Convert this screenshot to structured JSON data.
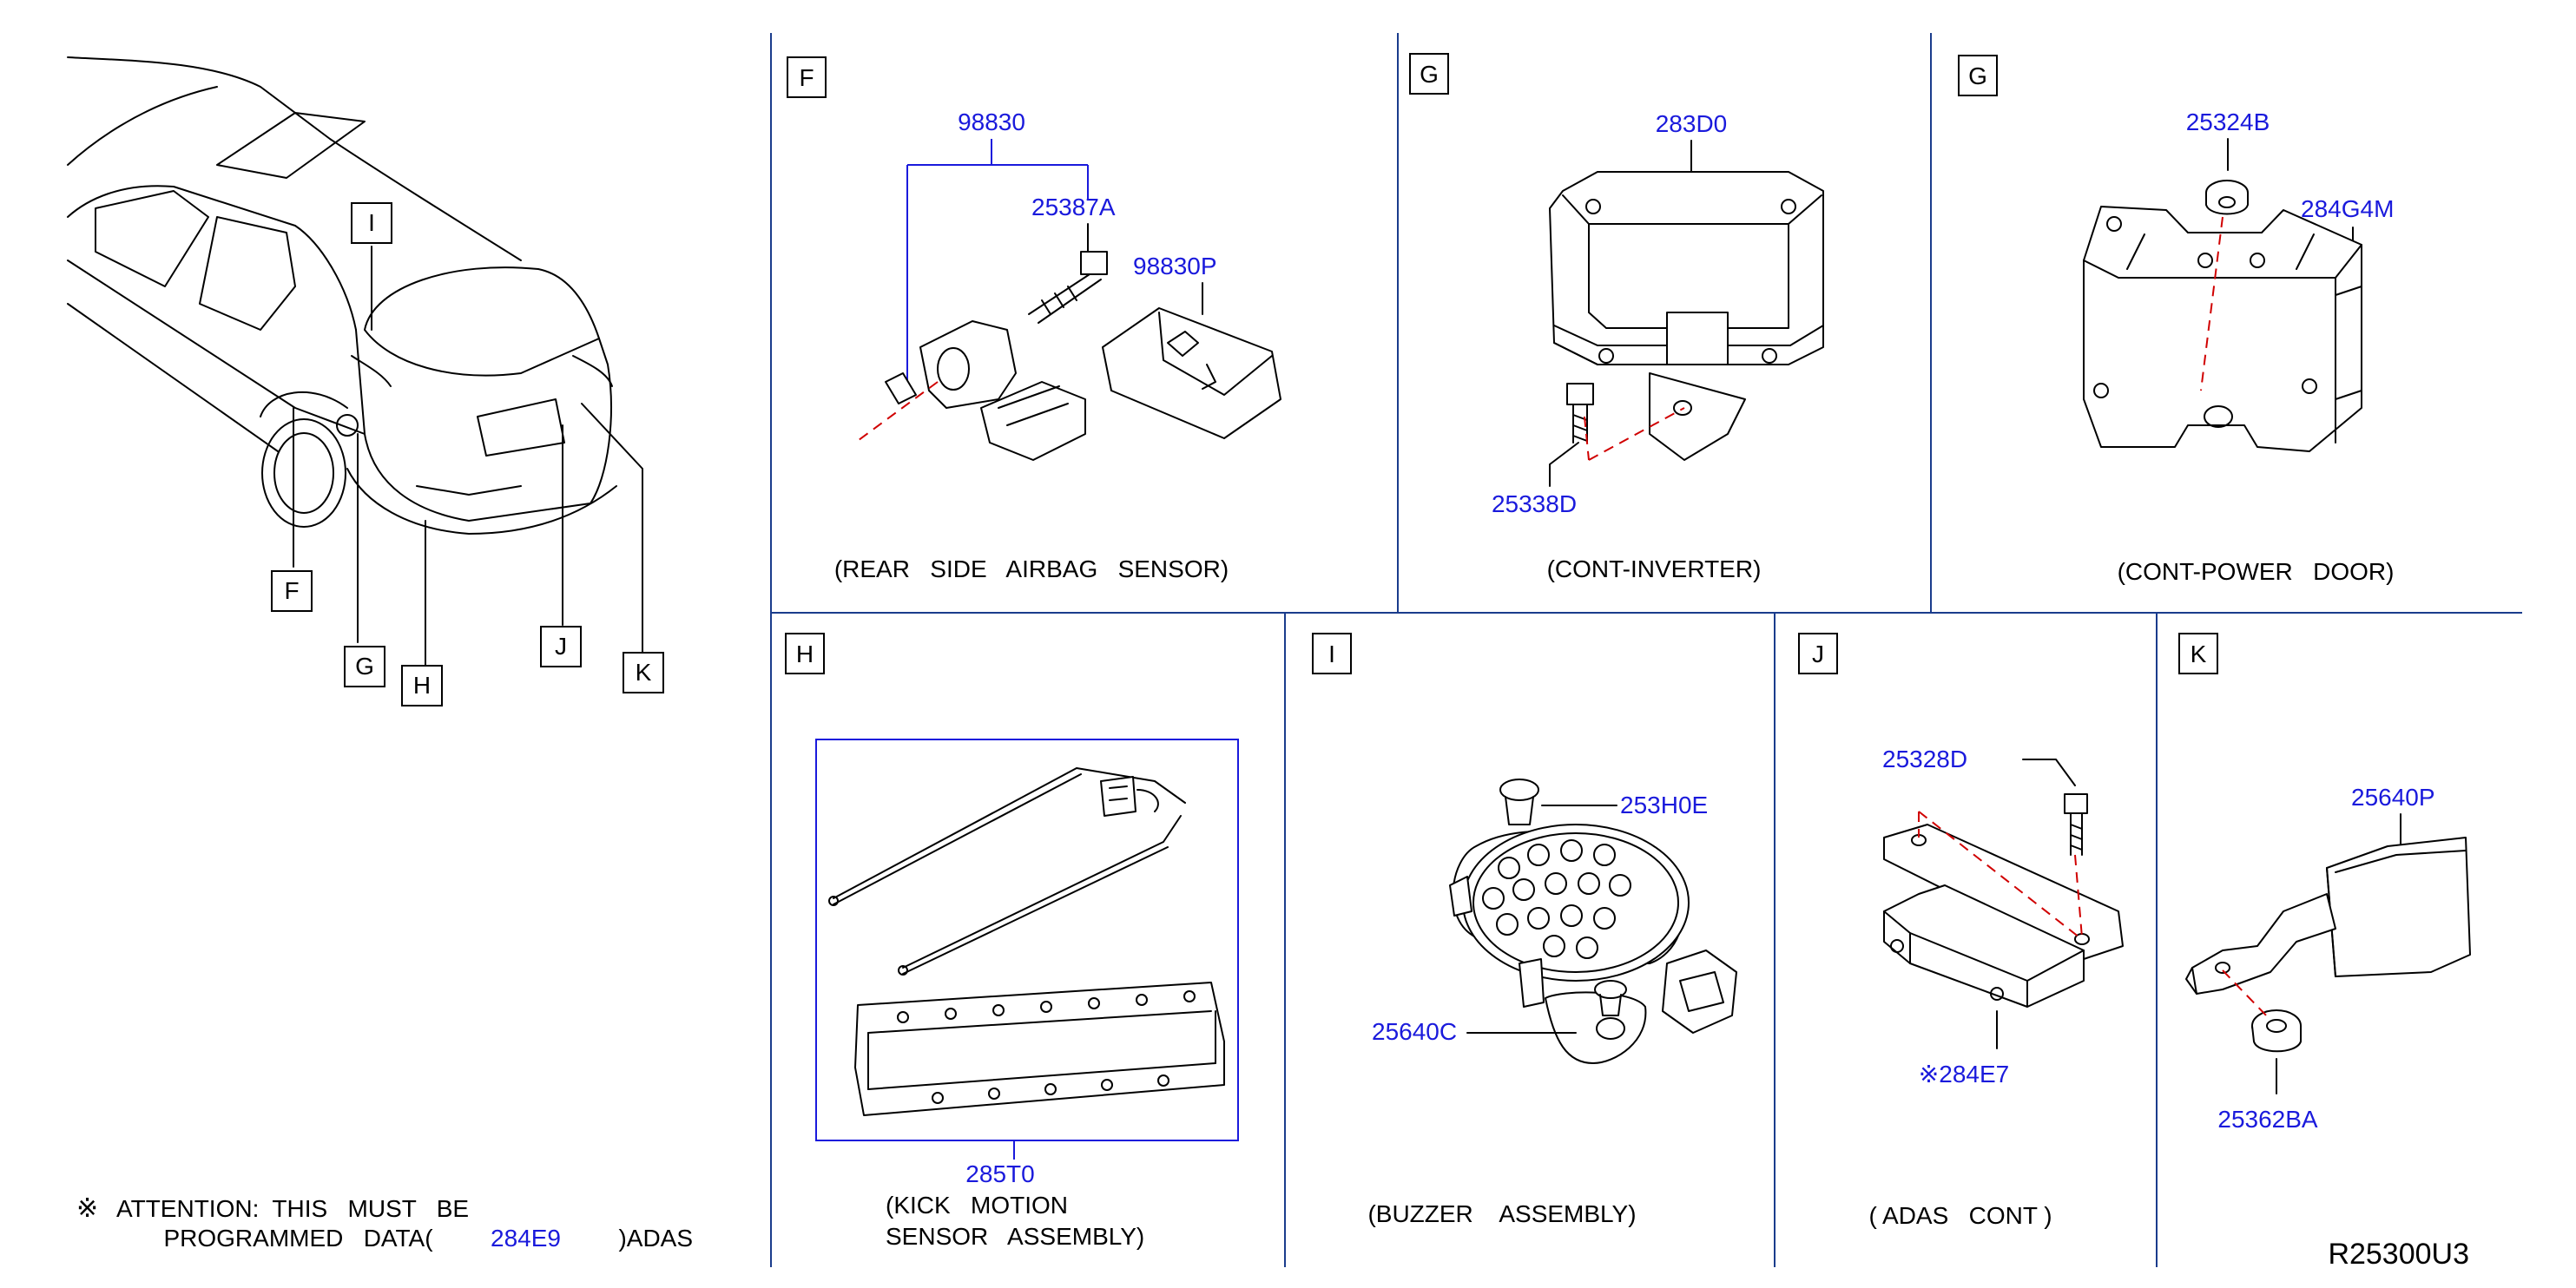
{
  "callouts": {
    "I": "I",
    "F": "F",
    "G": "G",
    "H": "H",
    "J": "J",
    "K": "K"
  },
  "panels": {
    "F": {
      "letter": "F",
      "caption": "(REAR   SIDE   AIRBAG   SENSOR)",
      "parts": {
        "assy": "98830",
        "bolt": "25387A",
        "cover": "98830P"
      }
    },
    "G1": {
      "letter": "G",
      "caption": "(CONT-INVERTER)",
      "parts": {
        "unit": "283D0",
        "screw": "25338D"
      }
    },
    "G2": {
      "letter": "G",
      "caption": "(CONT-POWER   DOOR)",
      "parts": {
        "nut": "25324B",
        "unit": "284G4M"
      }
    },
    "H": {
      "letter": "H",
      "caption_line1": "(KICK   MOTION",
      "caption_line2": "SENSOR   ASSEMBLY)",
      "parts": {
        "sensor": "285T0"
      }
    },
    "I": {
      "letter": "I",
      "caption": "(BUZZER    ASSEMBLY)",
      "parts": {
        "clip": "253H0E",
        "buzzer": "25640C"
      }
    },
    "J": {
      "letter": "J",
      "caption": "( ADAS   CONT )",
      "parts": {
        "screw": "25328D",
        "unit": "※284E7"
      }
    },
    "K": {
      "letter": "K",
      "caption": "",
      "parts": {
        "sensor": "25640P",
        "nut": "25362BA"
      }
    }
  },
  "attention": {
    "mark": "※",
    "line1": "ATTENTION:  THIS   MUST   BE",
    "line2_prefix": "PROGRAMMED   DATA(",
    "line2_part": "284E9",
    "line2_suffix": ")ADAS"
  },
  "diagram_code": "R25300U3",
  "colors": {
    "part_number": "#1a1adc",
    "divider": "#1a3c8c",
    "guide_line": "#d00000",
    "ink": "#000000"
  }
}
